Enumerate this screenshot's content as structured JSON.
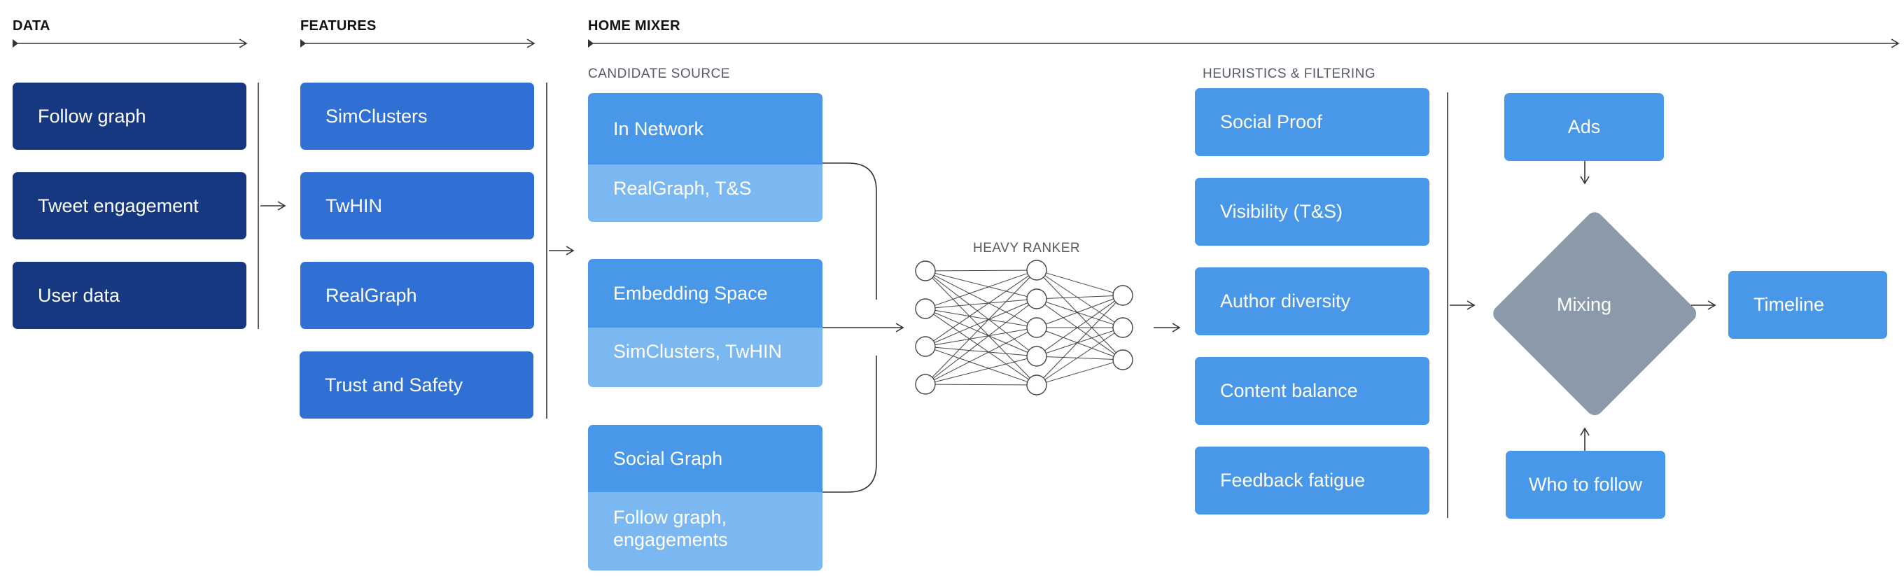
{
  "sections": {
    "data": "DATA",
    "features": "FEATURES",
    "home_mixer": "HOME MIXER"
  },
  "subsections": {
    "candidate_source": "CANDIDATE SOURCE",
    "heuristics": "HEURISTICS & FILTERING",
    "heavy_ranker": "HEAVY RANKER"
  },
  "data_boxes": [
    "Follow graph",
    "Tweet engagement",
    "User data"
  ],
  "feature_boxes": [
    "SimClusters",
    "TwHIN",
    "RealGraph",
    "Trust and Safety"
  ],
  "candidates": [
    {
      "title": "In Network",
      "detail": "RealGraph, T&S"
    },
    {
      "title": "Embedding Space",
      "detail": "SimClusters, TwHIN"
    },
    {
      "title": "Social Graph",
      "detail": "Follow graph,\nengagements"
    }
  ],
  "filters": [
    "Social Proof",
    "Visibility (T&S)",
    "Author diversity",
    "Content balance",
    "Feedback fatigue"
  ],
  "mixing": {
    "label": "Mixing",
    "ads": "Ads",
    "who_to_follow": "Who to follow",
    "timeline": "Timeline"
  },
  "neural_net": {
    "layers": [
      4,
      5,
      3
    ]
  },
  "colors": {
    "navy": "#153881",
    "blue": "#306fd3",
    "light_blue": "#4997e8",
    "pale_blue": "#7bb8f1",
    "mixing_gray": "#8a9aaa",
    "line": "#333333"
  }
}
